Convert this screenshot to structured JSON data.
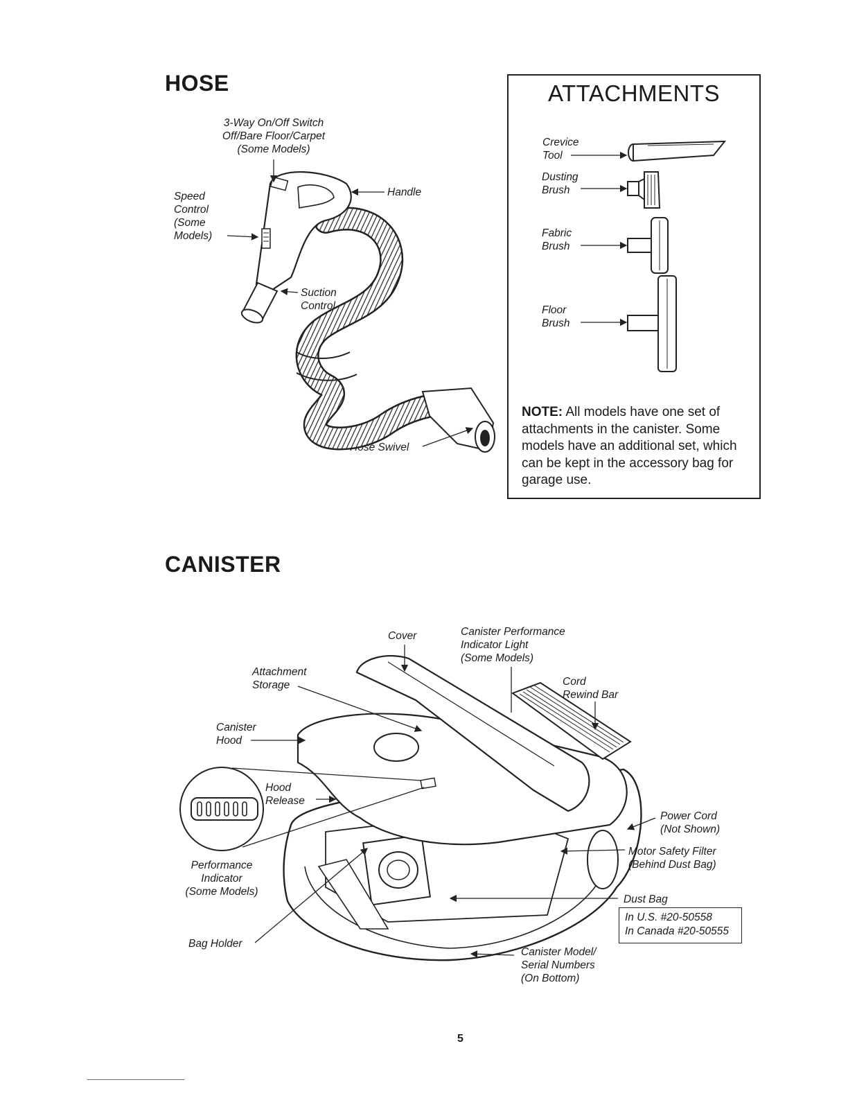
{
  "hose": {
    "heading": "HOSE",
    "switch_label": [
      "3-Way On/Off Switch",
      "Off/Bare Floor/Carpet",
      "(Some Models)"
    ],
    "speed_label": [
      "Speed",
      "Control",
      "(Some",
      "Models)"
    ],
    "handle_label": "Handle",
    "suction_label": [
      "Suction",
      "Control"
    ],
    "swivel_label": "Hose Swivel"
  },
  "attachments": {
    "heading": "ATTACHMENTS",
    "items": [
      {
        "line1": "Crevice",
        "line2": "Tool",
        "icon": "crevice-tool-icon"
      },
      {
        "line1": "Dusting",
        "line2": "Brush",
        "icon": "dusting-brush-icon"
      },
      {
        "line1": "Fabric",
        "line2": "Brush",
        "icon": "fabric-brush-icon"
      },
      {
        "line1": "Floor",
        "line2": "Brush",
        "icon": "floor-brush-icon"
      }
    ],
    "note_label": "NOTE:",
    "note_text": "All models have one set of attachments in the canister. Some models have an additional set, which can be kept in the accessory bag for garage use."
  },
  "canister": {
    "heading": "CANISTER",
    "cover": "Cover",
    "performance_light": [
      "Canister Performance",
      "Indicator Light",
      "(Some Models)"
    ],
    "attachment_storage": [
      "Attachment",
      "Storage"
    ],
    "cord_rewind": [
      "Cord",
      "Rewind Bar"
    ],
    "canister_hood": [
      "Canister",
      "Hood"
    ],
    "hood_release": [
      "Hood",
      "Release"
    ],
    "power_cord": [
      "Power Cord",
      "(Not Shown)"
    ],
    "motor_filter": [
      "Motor Safety Filter",
      "(Behind Dust Bag)"
    ],
    "performance_indicator": [
      "Performance",
      "Indicator",
      "(Some Models)"
    ],
    "dust_bag": "Dust Bag",
    "dust_bag_parts": [
      "In U.S. #20-50558",
      "In Canada #20-50555"
    ],
    "bag_holder": "Bag Holder",
    "model_serial": [
      "Canister Model/",
      "Serial Numbers",
      "(On Bottom)"
    ]
  },
  "page_number": "5"
}
